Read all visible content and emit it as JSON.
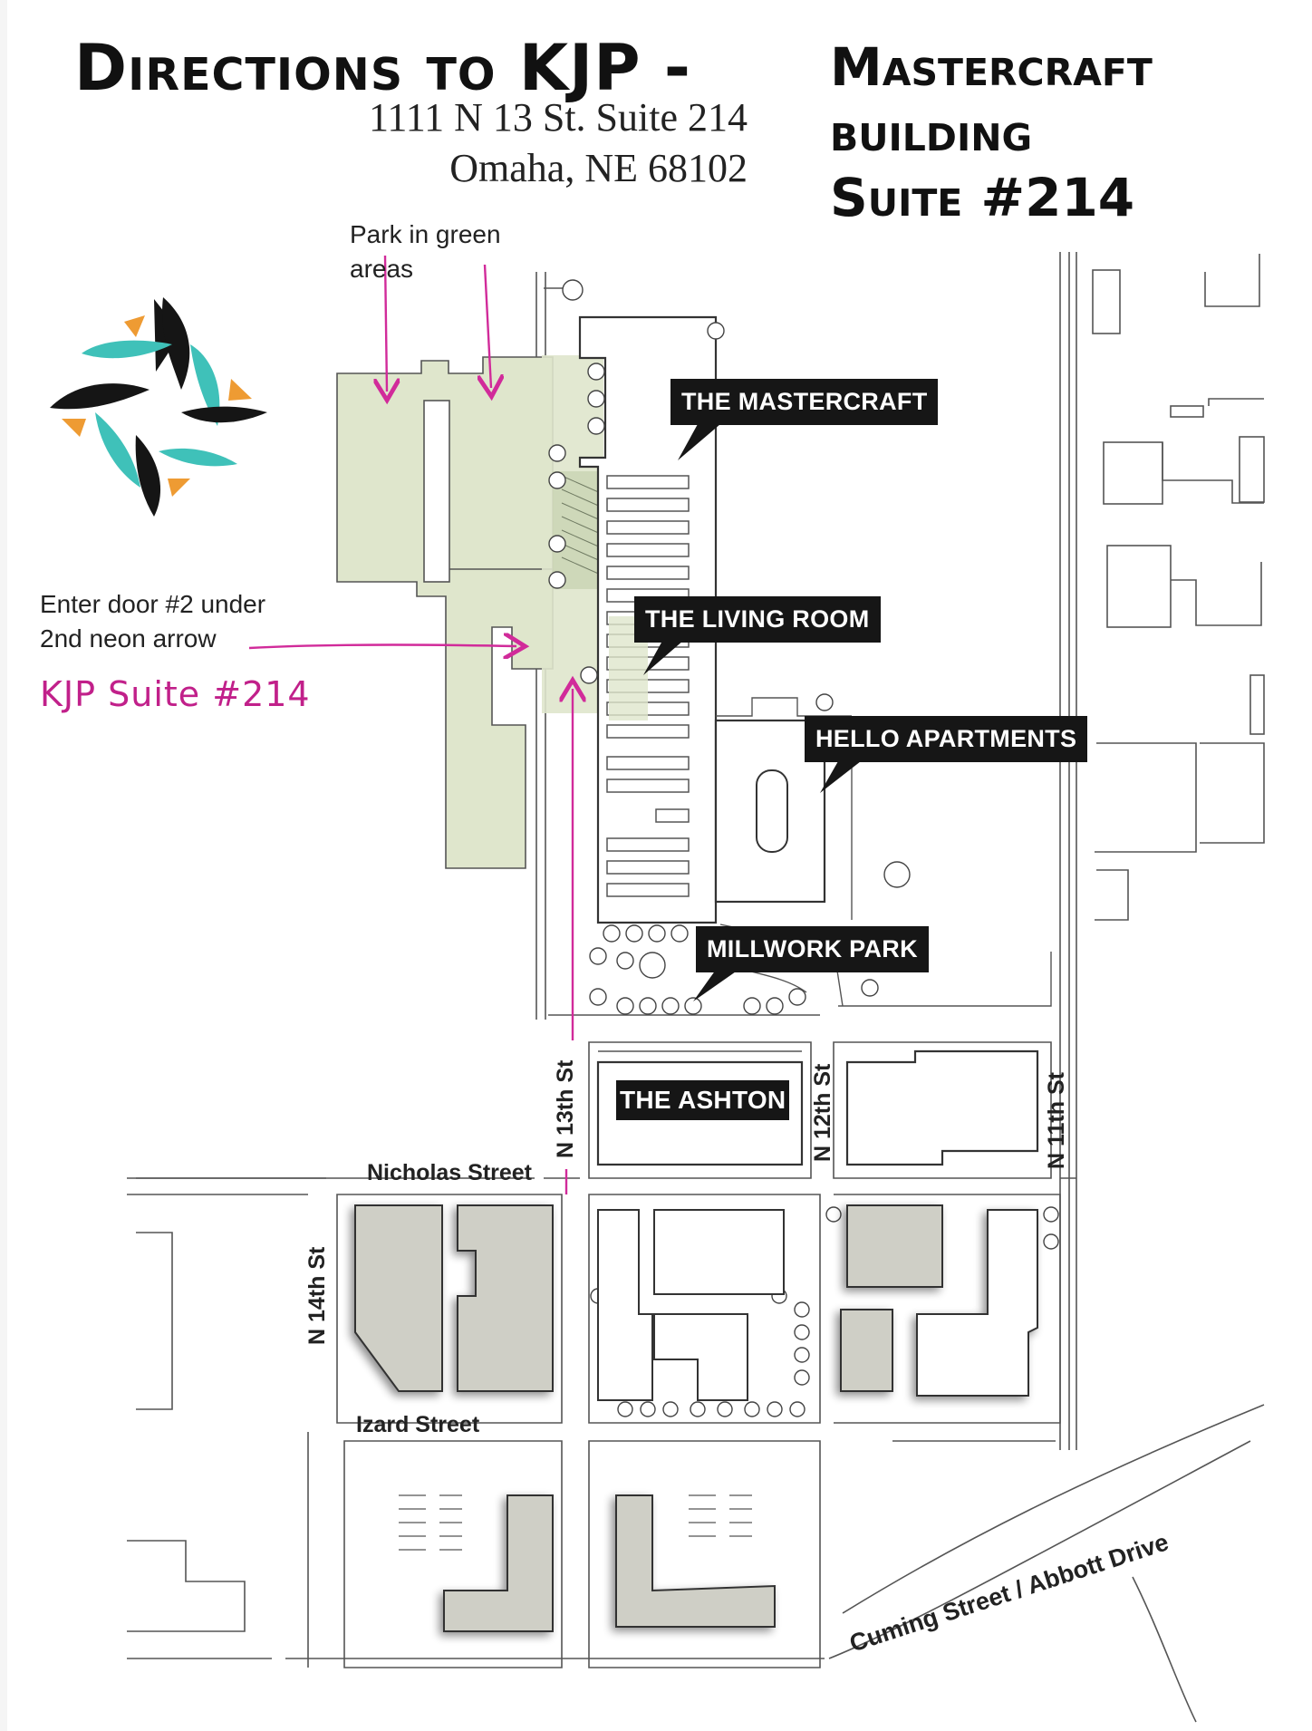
{
  "header": {
    "title": "Directions to KJP -",
    "side_title": [
      "Mastercraft",
      "building",
      "Suite #214"
    ],
    "address_line1": "1111 N 13 St. Suite 214",
    "address_line2": "Omaha, NE 68102"
  },
  "notes": {
    "parking": [
      "Park in green",
      "areas"
    ],
    "entry": [
      "Enter door #2 under",
      "2nd neon arrow"
    ],
    "suite": "KJP Suite #214"
  },
  "callouts": {
    "mastercraft": "THE MASTERCRAFT",
    "living_room": "THE LIVING ROOM",
    "hello_apartments": "HELLO APARTMENTS",
    "millwork_park": "MILLWORK PARK",
    "ashton": "THE ASHTON"
  },
  "streets": {
    "n13": "N 13th St",
    "n12": "N 12th St",
    "n11": "N 11th St",
    "n14": "N 14th St",
    "nicholas": "Nicholas Street",
    "izard": "Izard Street",
    "cuming": "Cuming Street / Abbott Drive"
  },
  "colors": {
    "parking_green": "#dfe6cc",
    "arrow_magenta": "#d12b9a",
    "building_gray": "#cfcfc6",
    "logo_teal": "#3fc1b9",
    "logo_orange": "#ee9b33",
    "logo_black": "#151515"
  },
  "icons": [
    "kjp-logo-icon",
    "tree-icon",
    "direction-arrow-icon"
  ]
}
